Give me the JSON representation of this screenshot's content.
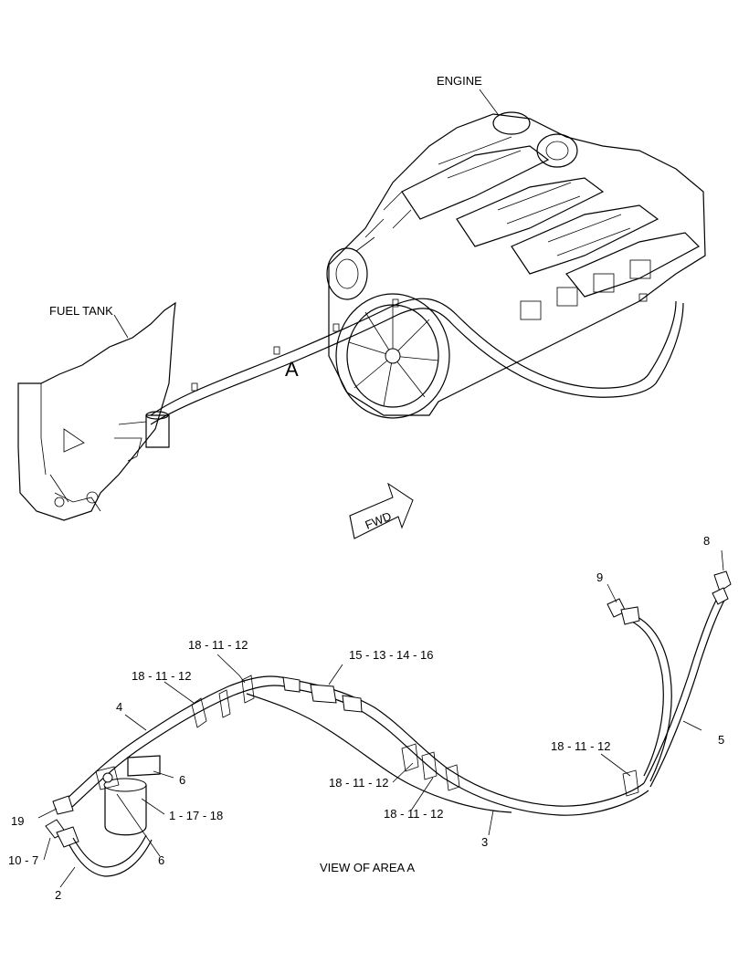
{
  "labels": {
    "engine": "ENGINE",
    "fuel_tank": "FUEL TANK",
    "area": "A",
    "fwd": "FWD",
    "view_caption": "VIEW OF AREA A"
  },
  "callouts": {
    "c8": "8",
    "c9": "9",
    "c18_11_12_top": "18 - 11 - 12",
    "c15_13_14_16": "15 - 13 - 14 - 16",
    "c18_11_12_left": "18 - 11 - 12",
    "c4": "4",
    "c5": "5",
    "c18_11_12_right": "18 - 11 - 12",
    "c6_upper": "6",
    "c18_11_12_mid": "18 - 11 - 12",
    "c19": "19",
    "c1_17_18": "1 - 17 - 18",
    "c18_11_12_lower": "18 - 11 - 12",
    "c3": "3",
    "c10_7": "10 - 7",
    "c6_lower": "6",
    "c2": "2"
  }
}
